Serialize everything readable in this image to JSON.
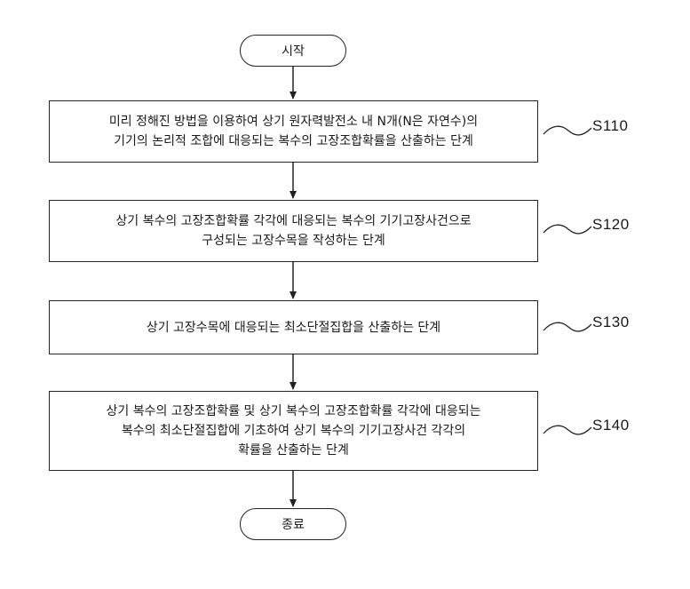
{
  "start": {
    "label": "시작"
  },
  "end": {
    "label": "종료"
  },
  "steps": [
    {
      "id": "S110",
      "lines": [
        "미리 정해진 방법을 이용하여 상기 원자력발전소 내 N개(N은 자연수)의",
        "기기의 논리적 조합에 대응되는 복수의 고장조합확률을 산출하는 단계"
      ]
    },
    {
      "id": "S120",
      "lines": [
        "상기 복수의 고장조합확률 각각에 대응되는 복수의 기기고장사건으로",
        "구성되는 고장수목을 작성하는 단계"
      ]
    },
    {
      "id": "S130",
      "lines": [
        "상기 고장수목에 대응되는 최소단절집합을 산출하는 단계"
      ]
    },
    {
      "id": "S140",
      "lines": [
        "상기 복수의 고장조합확률 및 상기 복수의 고장조합확률 각각에 대응되는",
        "복수의 최소단절집합에 기초하여 상기 복수의 기기고장사건 각각의",
        "확률을 산출하는 단계"
      ]
    }
  ]
}
